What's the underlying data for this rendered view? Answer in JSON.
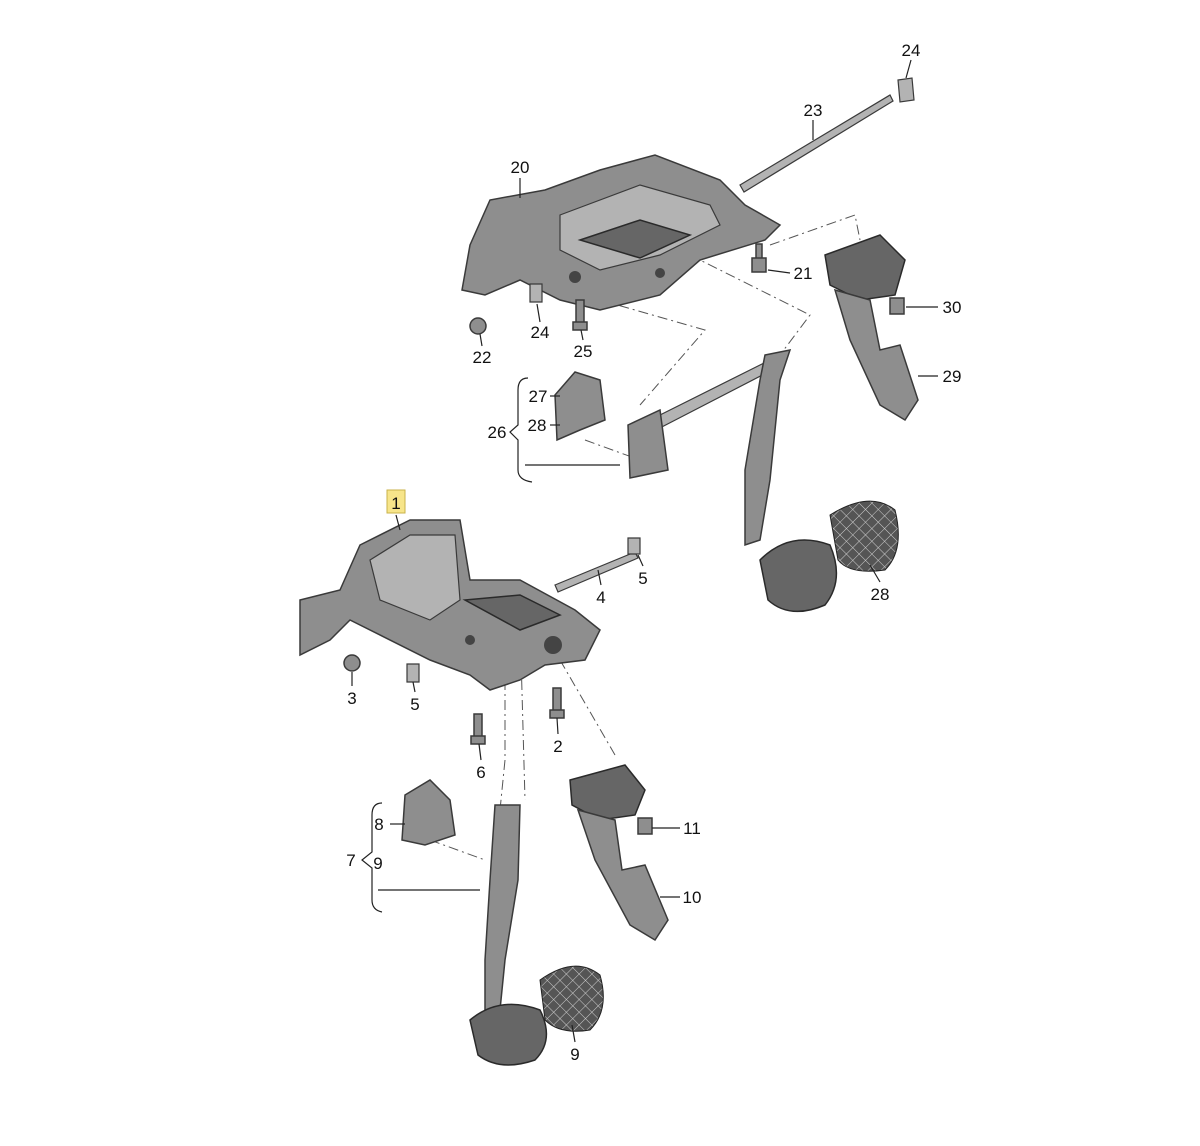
{
  "title": "Pedal assembly parts diagram",
  "highlight_color": "#f7e58a",
  "callouts": {
    "c24a": "24",
    "c23": "23",
    "c20": "20",
    "c21": "21",
    "c30": "30",
    "c29": "29",
    "c22": "22",
    "c24b": "24",
    "c25": "25",
    "c27": "27",
    "c28a": "28",
    "c26": "26",
    "c1": "1",
    "c5a": "5",
    "c4": "4",
    "c28b": "28",
    "c3": "3",
    "c5b": "5",
    "c2": "2",
    "c6": "6",
    "c8": "8",
    "c11": "11",
    "c7": "7",
    "c9a": "9",
    "c10": "10",
    "c9b": "9"
  }
}
